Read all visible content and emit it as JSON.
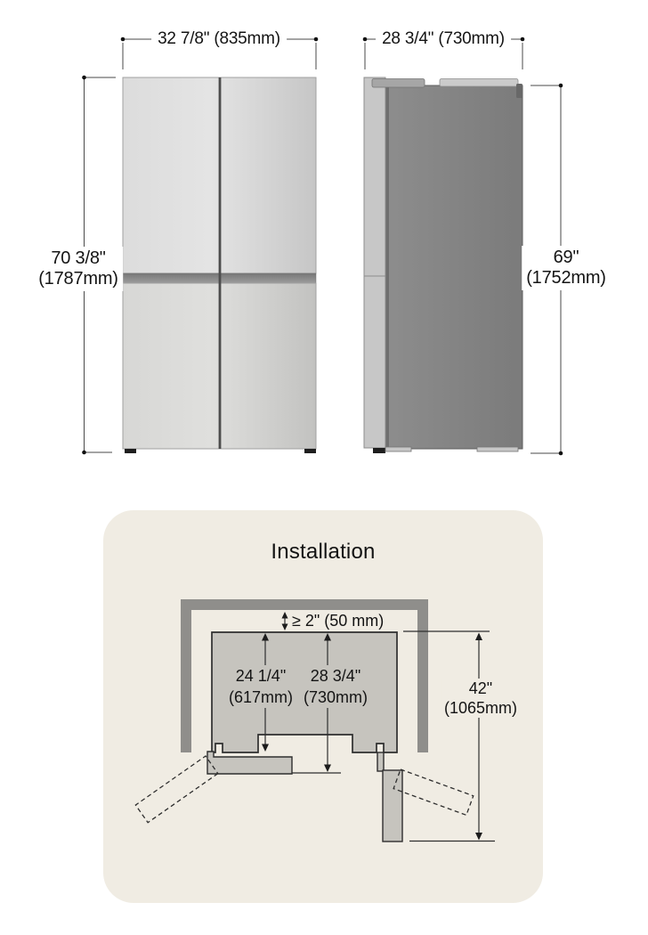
{
  "dimensions_diagram": {
    "front_view": {
      "width_label": "32 7/8\" (835mm)",
      "height_line1": "70 3/8\"",
      "height_line2": "(1787mm)"
    },
    "side_view": {
      "width_label": "28 3/4\" (730mm)",
      "height_line1": "69\"",
      "height_line2": "(1752mm)"
    }
  },
  "installation": {
    "title": "Installation",
    "top_clearance": "≥ 2\" (50 mm)",
    "depth_cabinet_line1": "24 1/4\"",
    "depth_cabinet_line2": "(617mm)",
    "depth_total_line1": "28 3/4\"",
    "depth_total_line2": "(730mm)",
    "door_clearance_line1": "42\"",
    "door_clearance_line2": "(1065mm)"
  },
  "colors": {
    "card-bg": "#f0ece3",
    "wall": "#8f8e8b",
    "plan-fill": "#c6c4be",
    "line": "#2e2e2e",
    "dim-line": "#4a4a4a",
    "text": "#141414"
  }
}
